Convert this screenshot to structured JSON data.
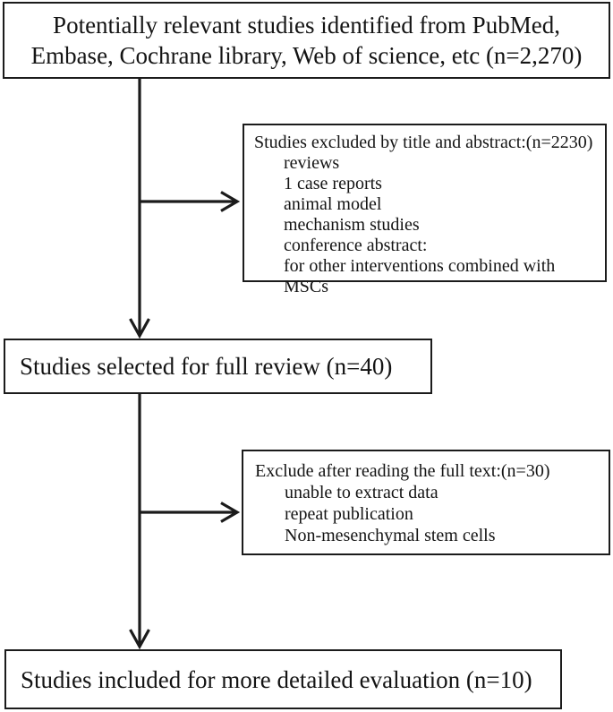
{
  "figure": {
    "identification_box": {
      "text": "Potentially relevant studies identified from PubMed, Embase, Cochrane library, Web of science, etc (n=2,270)"
    },
    "title_abstract_exclusion_box": {
      "title": "Studies excluded by title and abstract:(n=2230)",
      "items": [
        "reviews",
        "1 case reports",
        "animal model",
        "mechanism studies",
        "conference abstract:",
        "for other interventions combined with MSCs"
      ]
    },
    "full_review_box": {
      "text": "Studies selected for full review (n=40)"
    },
    "full_text_exclusion_box": {
      "title": "Exclude after reading the full text:(n=30)",
      "items": [
        "unable to extract data",
        "repeat publication",
        "Non-mesenchymal stem cells"
      ]
    },
    "included_box": {
      "text": "Studies included for more detailed evaluation (n=10)"
    }
  },
  "colors": {
    "line": "#1b1b1b",
    "text": "#141414",
    "background": "#ffffff"
  }
}
